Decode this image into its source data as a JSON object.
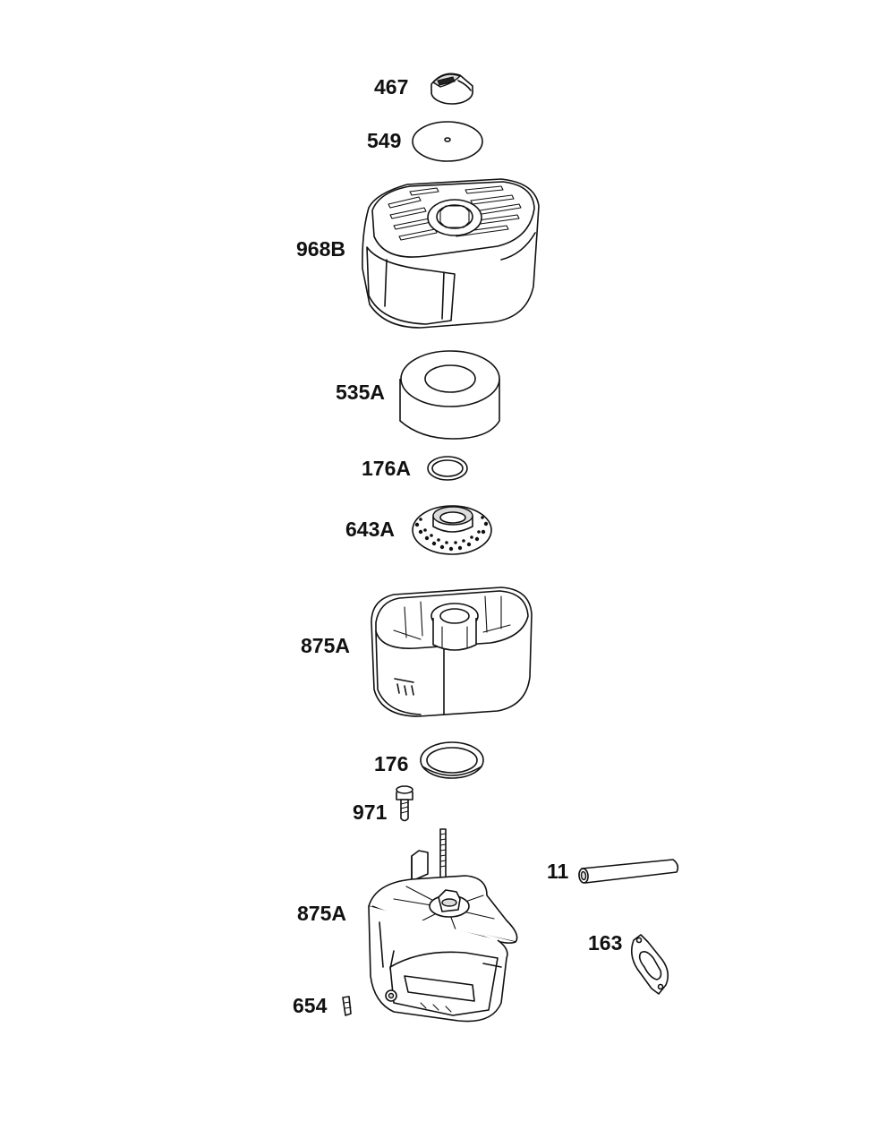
{
  "colors": {
    "line": "#111111",
    "background": "#ffffff",
    "shade": "#dcdcdc"
  },
  "parts": [
    {
      "id": "p467",
      "label": "467",
      "icon": "knob-icon"
    },
    {
      "id": "p549",
      "label": "549",
      "icon": "washer-icon"
    },
    {
      "id": "p968b",
      "label": "968B",
      "icon": "air-cleaner-cover-icon"
    },
    {
      "id": "p535a",
      "label": "535A",
      "icon": "foam-filter-icon"
    },
    {
      "id": "p176a",
      "label": "176A",
      "icon": "o-ring-icon"
    },
    {
      "id": "p643a",
      "label": "643A",
      "icon": "screen-filter-icon"
    },
    {
      "id": "p875a_top",
      "label": "875A",
      "icon": "filter-housing-icon"
    },
    {
      "id": "p176",
      "label": "176",
      "icon": "gasket-ring-icon"
    },
    {
      "id": "p971",
      "label": "971",
      "icon": "screw-icon"
    },
    {
      "id": "p11",
      "label": "11",
      "icon": "tube-icon"
    },
    {
      "id": "p875a_base",
      "label": "875A",
      "icon": "base-housing-icon"
    },
    {
      "id": "p163",
      "label": "163",
      "icon": "gasket-icon"
    },
    {
      "id": "p654",
      "label": "654",
      "icon": "clip-icon"
    }
  ]
}
